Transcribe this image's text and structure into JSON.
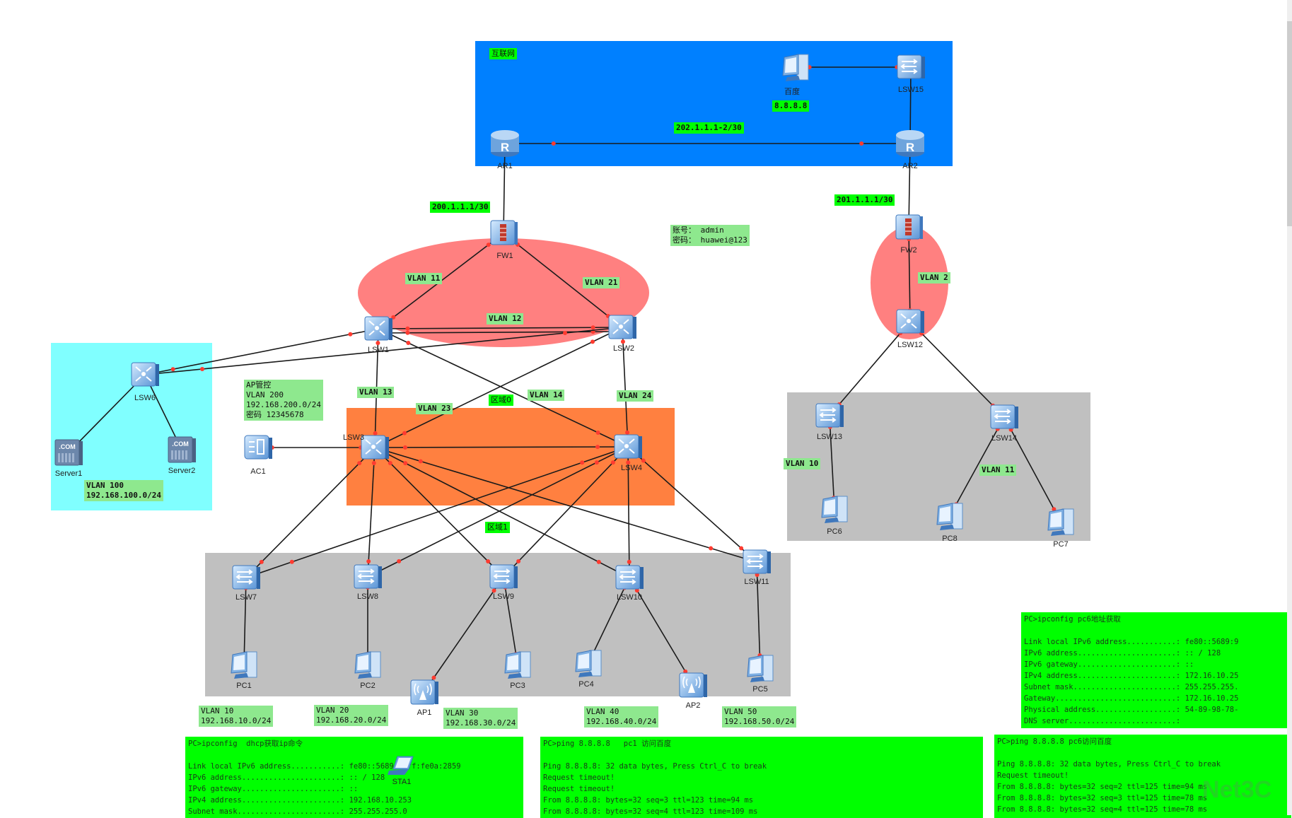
{
  "zones": {
    "internet": {
      "label": "互联网",
      "color": "#0080ff"
    },
    "fw1_area": {
      "color": "#ff8080"
    },
    "fw2_area": {
      "color": "#ff8080"
    },
    "server_area": {
      "color": "#80ffff"
    },
    "core_area": {
      "label": "区域0",
      "color": "#ff8040"
    },
    "access_area": {
      "label": "区域1",
      "color": "#c0c0c0"
    },
    "right_access_area": {
      "color": "#c0c0c0"
    }
  },
  "devices": [
    {
      "id": "baidu",
      "name": "百度",
      "type": "pc"
    },
    {
      "id": "lsw15",
      "name": "LSW15",
      "type": "l2switch"
    },
    {
      "id": "ar1",
      "name": "AR1",
      "type": "router"
    },
    {
      "id": "ar2",
      "name": "AR2",
      "type": "router"
    },
    {
      "id": "fw1",
      "name": "FW1",
      "type": "firewall"
    },
    {
      "id": "fw2",
      "name": "FW2",
      "type": "firewall"
    },
    {
      "id": "lsw1",
      "name": "LSW1",
      "type": "l3switch"
    },
    {
      "id": "lsw2",
      "name": "LSW2",
      "type": "l3switch"
    },
    {
      "id": "lsw6",
      "name": "LSW6",
      "type": "l3switch"
    },
    {
      "id": "server1",
      "name": "Server1",
      "type": "server"
    },
    {
      "id": "server2",
      "name": "Server2",
      "type": "server"
    },
    {
      "id": "ac1",
      "name": "AC1",
      "type": "ac"
    },
    {
      "id": "lsw3",
      "name": "LSW3",
      "type": "l3switch"
    },
    {
      "id": "lsw4",
      "name": "LSW4",
      "type": "l3switch"
    },
    {
      "id": "lsw12",
      "name": "LSW12",
      "type": "l3switch"
    },
    {
      "id": "lsw13",
      "name": "LSW13",
      "type": "l2switch"
    },
    {
      "id": "lsw14",
      "name": "LSW14",
      "type": "l2switch"
    },
    {
      "id": "pc6",
      "name": "PC6",
      "type": "pc"
    },
    {
      "id": "pc8",
      "name": "PC8",
      "type": "pc"
    },
    {
      "id": "pc7",
      "name": "PC7",
      "type": "pc"
    },
    {
      "id": "lsw7",
      "name": "LSW7",
      "type": "l2switch"
    },
    {
      "id": "lsw8",
      "name": "LSW8",
      "type": "l2switch"
    },
    {
      "id": "lsw9",
      "name": "LSW9",
      "type": "l2switch"
    },
    {
      "id": "lsw10",
      "name": "LSW10",
      "type": "l2switch"
    },
    {
      "id": "lsw11",
      "name": "LSW11",
      "type": "l2switch"
    },
    {
      "id": "pc1",
      "name": "PC1",
      "type": "pc"
    },
    {
      "id": "pc2",
      "name": "PC2",
      "type": "pc"
    },
    {
      "id": "ap1",
      "name": "AP1",
      "type": "ap"
    },
    {
      "id": "pc3",
      "name": "PC3",
      "type": "pc"
    },
    {
      "id": "pc4",
      "name": "PC4",
      "type": "pc"
    },
    {
      "id": "ap2",
      "name": "AP2",
      "type": "ap"
    },
    {
      "id": "pc5",
      "name": "PC5",
      "type": "pc"
    },
    {
      "id": "sta1",
      "name": "STA1",
      "type": "sta"
    }
  ],
  "links": [
    [
      "baidu",
      "lsw15"
    ],
    [
      "lsw15",
      "ar2"
    ],
    [
      "ar1",
      "ar2"
    ],
    [
      "ar1",
      "fw1"
    ],
    [
      "ar2",
      "fw2"
    ],
    [
      "fw1",
      "lsw1"
    ],
    [
      "fw1",
      "lsw2"
    ],
    [
      "lsw1",
      "lsw2"
    ],
    [
      "lsw1",
      "lsw2"
    ],
    [
      "lsw6",
      "lsw1"
    ],
    [
      "lsw6",
      "lsw2"
    ],
    [
      "lsw6",
      "server1"
    ],
    [
      "lsw6",
      "server2"
    ],
    [
      "lsw1",
      "lsw3"
    ],
    [
      "lsw1",
      "lsw4"
    ],
    [
      "lsw2",
      "lsw3"
    ],
    [
      "lsw2",
      "lsw4"
    ],
    [
      "ac1",
      "lsw3"
    ],
    [
      "lsw3",
      "lsw4"
    ],
    [
      "lsw3",
      "lsw7"
    ],
    [
      "lsw3",
      "lsw8"
    ],
    [
      "lsw3",
      "lsw9"
    ],
    [
      "lsw3",
      "lsw10"
    ],
    [
      "lsw3",
      "lsw11"
    ],
    [
      "lsw4",
      "lsw7"
    ],
    [
      "lsw4",
      "lsw8"
    ],
    [
      "lsw4",
      "lsw9"
    ],
    [
      "lsw4",
      "lsw10"
    ],
    [
      "lsw4",
      "lsw11"
    ],
    [
      "lsw7",
      "pc1"
    ],
    [
      "lsw8",
      "pc2"
    ],
    [
      "lsw9",
      "ap1"
    ],
    [
      "lsw9",
      "pc3"
    ],
    [
      "lsw10",
      "pc4"
    ],
    [
      "lsw10",
      "ap2"
    ],
    [
      "lsw11",
      "pc5"
    ],
    [
      "fw2",
      "lsw12"
    ],
    [
      "lsw12",
      "lsw13"
    ],
    [
      "lsw12",
      "lsw14"
    ],
    [
      "lsw13",
      "pc6"
    ],
    [
      "lsw14",
      "pc8"
    ],
    [
      "lsw14",
      "pc7"
    ]
  ],
  "labels": {
    "baidu_ip": "8.8.8.8",
    "ar_link": "202.1.1.1-2/30",
    "fw1_wan": "200.1.1.1/30",
    "fw2_wan": "201.1.1.1/30",
    "credentials": "账号： admin\n密码： huawei@123",
    "vlan11": "VLAN 11",
    "vlan21": "VLAN 21",
    "vlan12": "VLAN 12",
    "vlan13": "VLAN 13",
    "vlan14": "VLAN 14",
    "vlan23": "VLAN 23",
    "vlan24": "VLAN 24",
    "vlan2": "VLAN 2",
    "ap_mgmt": "AP管控\nVLAN 200\n192.168.200.0/24\n密码 12345678",
    "server_vlan": "VLAN 100\n192.168.100.0/24",
    "right_vlan10": "VLAN 10",
    "right_vlan11": "VLAN 11",
    "vlan10_net": "VLAN 10\n192.168.10.0/24",
    "vlan20_net": "VLAN 20\n192.168.20.0/24",
    "vlan30_net": "VLAN 30\n192.168.30.0/24",
    "vlan40_net": "VLAN 40\n192.168.40.0/24",
    "vlan50_net": "VLAN 50\n192.168.50.0/24"
  },
  "terminals": {
    "pc1_ipconfig": "PC>ipconfig  dhcp获取ip命令\n\nLink local IPv6 address...........: fe80::5689:98ff:fe0a:2859\nIPv6 address......................: :: / 128\nIPv6 gateway......................: ::\nIPv4 address......................: 192.168.10.253\nSubnet mask.......................: 255.255.255.0",
    "pc1_ping": "PC>ping 8.8.8.8   pc1 访问百度\n\nPing 8.8.8.8: 32 data bytes, Press Ctrl_C to break\nRequest timeout!\nRequest timeout!\nFrom 8.8.8.8: bytes=32 seq=3 ttl=123 time=94 ms\nFrom 8.8.8.8: bytes=32 seq=4 ttl=123 time=109 ms",
    "pc6_ipconfig": "PC>ipconfig pc6地址获取\n\nLink local IPv6 address...........: fe80::5689:9\nIPv6 address......................: :: / 128\nIPv6 gateway......................: ::\nIPv4 address......................: 172.16.10.25\nSubnet mask.......................: 255.255.255.\nGateway...........................: 172.16.10.25\nPhysical address..................: 54-89-98-78-\nDNS server........................:",
    "pc6_ping": "PC>ping 8.8.8.8 pc6访问百度\n\nPing 8.8.8.8: 32 data bytes, Press Ctrl_C to break\nRequest timeout!\nFrom 8.8.8.8: bytes=32 seq=2 ttl=125 time=94 ms\nFrom 8.8.8.8: bytes=32 seq=3 ttl=125 time=78 ms\nFrom 8.8.8.8: bytes=32 seq=4 ttl=125 time=78 ms"
  },
  "watermark": "Net3C"
}
